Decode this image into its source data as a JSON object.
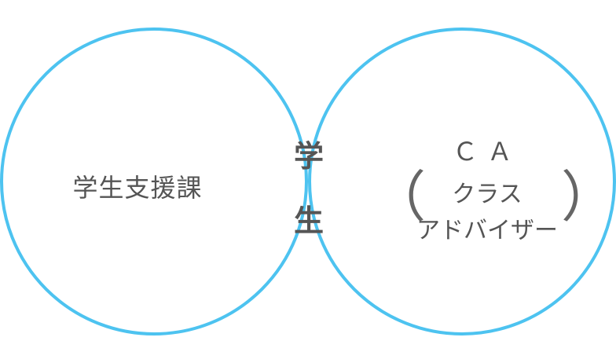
{
  "diagram": {
    "left_circle_label": "学生支援課",
    "center_label_top": "学",
    "center_label_bottom": "生",
    "right_abbr": "ＣＡ",
    "right_open_paren": "（",
    "right_line1": "クラス",
    "right_line2": "アドバイザー",
    "right_close_paren": "）"
  },
  "colors": {
    "circle_stroke": "#4dc3f0",
    "intersection_fill": "#ffff66",
    "text": "#555555"
  }
}
